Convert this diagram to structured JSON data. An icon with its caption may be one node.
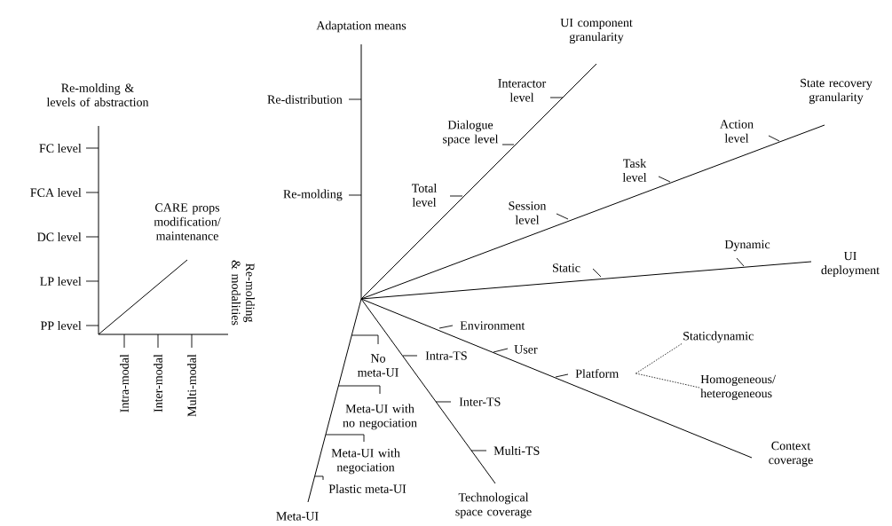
{
  "diagram": {
    "nodes": [
      {
        "text": [
          "Platform"
        ]
      },
      {
        "text": [
          "Staticdynamic"
        ]
      },
      {
        "text": [
          "Homogeneous/ heterogeneous"
        ]
      }
    ],
    "edges": [
      {
        "from": 0,
        "to": 1,
        "arrow": "none",
        "style": "dashed"
      },
      {
        "from": 0,
        "to": 2,
        "arrow": "none",
        "style": "dashed"
      }
    ],
    "labels": [
      "Re-molding & levels of abstraction",
      "FC level",
      "FCA level",
      "DC level",
      "LP level",
      "PP level",
      "CARE props modification/ maintenance",
      "Intra-modal",
      "Inter-modal",
      "Multi-modal",
      "Re-molding & modalities",
      "Adaptation means",
      "Re-distribution",
      "Re-molding",
      "UI component granularity",
      "Interactor level",
      "Dialogue space level",
      "Total level",
      "State recovery granularity",
      "Action level",
      "Task level",
      "Session level",
      "Dynamic",
      "UI deployment",
      "Static",
      "Environment",
      "User",
      "Intra-TS",
      "No meta-UI",
      "Inter-TS",
      "Meta-UI with no negociation",
      "Context coverage",
      "Multi-TS",
      "Meta-UI with negociation",
      "Plastic meta-UI",
      "Technological space coverage",
      "Meta-UI"
    ]
  }
}
